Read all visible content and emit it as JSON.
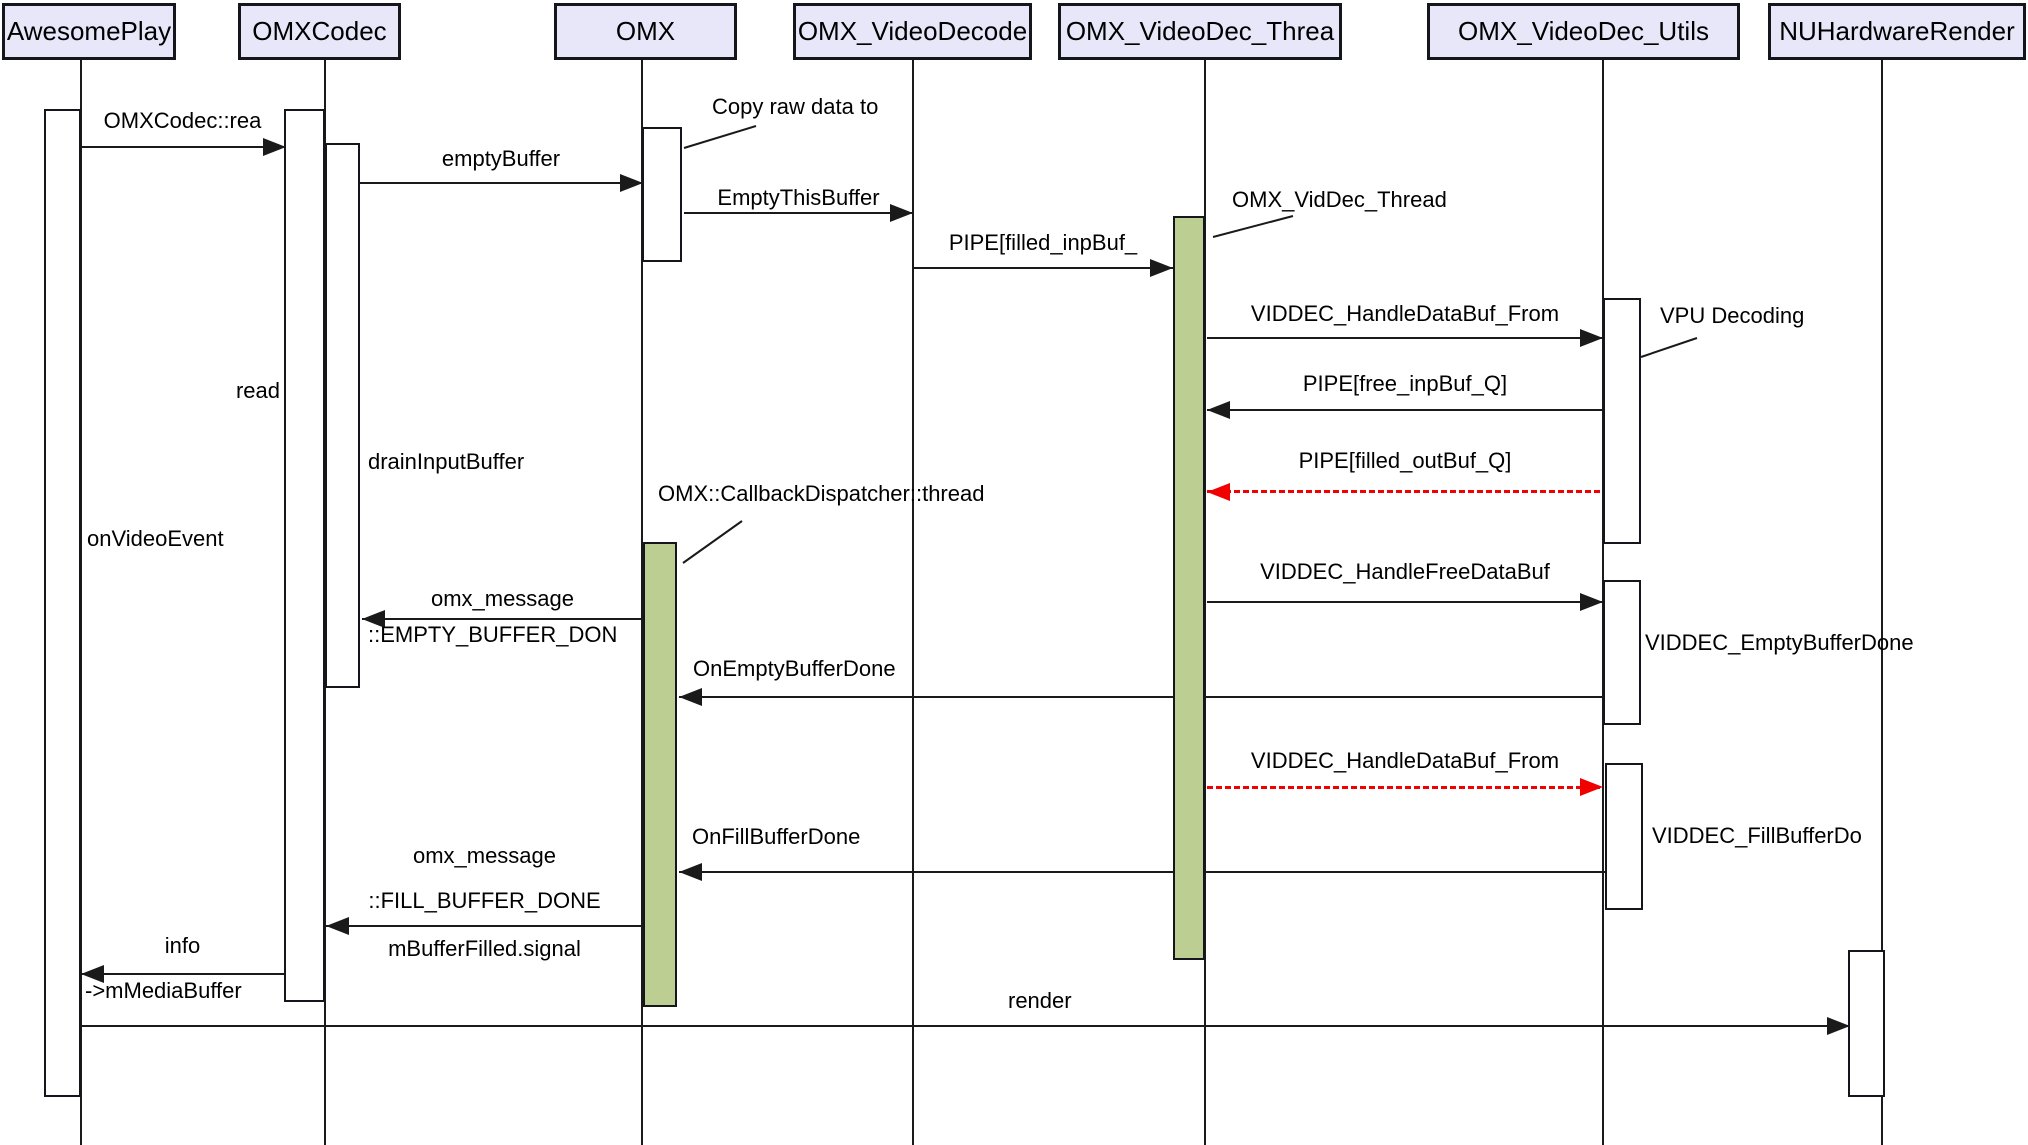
{
  "diagram_type": "uml-sequence-diagram",
  "participants": [
    {
      "label": "AwesomePlay"
    },
    {
      "label": "OMXCodec"
    },
    {
      "label": "OMX"
    },
    {
      "label": "OMX_VideoDecode"
    },
    {
      "label": "OMX_VideoDec_Threa"
    },
    {
      "label": "OMX_VideoDec_Utils"
    },
    {
      "label": "NUHardwareRender"
    }
  ],
  "messages": {
    "omxcodec_read": {
      "label": "OMXCodec::rea",
      "from": "AwesomePlay",
      "to": "OMXCodec",
      "style": "solid-black"
    },
    "empty_buffer": {
      "label": "emptyBuffer",
      "from": "OMXCodec",
      "to": "OMX",
      "style": "solid-black"
    },
    "empty_this_buffer": {
      "label": "EmptyThisBuffer",
      "from": "OMX",
      "to": "OMX_VideoDecode",
      "style": "solid-black"
    },
    "pipe_filled_inpbuf": {
      "label": "PIPE[filled_inpBuf_",
      "from": "OMX_VideoDecode",
      "to": "OMX_VideoDec_Threa",
      "style": "solid-black"
    },
    "viddec_handle_databuf_from_1": {
      "label": "VIDDEC_HandleDataBuf_From",
      "from": "OMX_VideoDec_Threa",
      "to": "OMX_VideoDec_Utils",
      "style": "solid-black"
    },
    "pipe_free_inpbuf": {
      "label": "PIPE[free_inpBuf_Q]",
      "from": "OMX_VideoDec_Utils",
      "to": "OMX_VideoDec_Threa",
      "style": "solid-black"
    },
    "pipe_filled_outbuf": {
      "label": "PIPE[filled_outBuf_Q]",
      "from": "OMX_VideoDec_Utils",
      "to": "OMX_VideoDec_Threa",
      "style": "red-dashed"
    },
    "viddec_handle_freedatabuf": {
      "label": "VIDDEC_HandleFreeDataBuf",
      "from": "OMX_VideoDec_Threa",
      "to": "OMX_VideoDec_Utils",
      "style": "solid-black"
    },
    "on_empty_buffer_done": {
      "label": "OnEmptyBufferDone",
      "from": "OMX_VideoDec_Utils",
      "to": "OMX",
      "style": "solid-black"
    },
    "omx_message_empty": {
      "label": "omx_message",
      "from": "OMX",
      "to": "OMXCodec",
      "style": "solid-black"
    },
    "empty_buffer_done": {
      "label": "::EMPTY_BUFFER_DON",
      "from": "OMX",
      "to": "OMXCodec",
      "style": "solid-black"
    },
    "viddec_handle_databuf_from_2": {
      "label": "VIDDEC_HandleDataBuf_From",
      "from": "OMX_VideoDec_Threa",
      "to": "OMX_VideoDec_Utils",
      "style": "red-dashed"
    },
    "on_fill_buffer_done": {
      "label": "OnFillBufferDone",
      "from": "OMX_VideoDec_Utils",
      "to": "OMX",
      "style": "solid-black"
    },
    "omx_message_fill": {
      "label": "omx_message",
      "from": "OMX",
      "to": "OMXCodec",
      "style": "solid-black"
    },
    "fill_buffer_done": {
      "label": "::FILL_BUFFER_DONE",
      "from": "OMX",
      "to": "OMXCodec",
      "style": "solid-black"
    },
    "mbufferfilled_signal": {
      "label": "mBufferFilled.signal",
      "from": "OMX",
      "to": "OMXCodec",
      "style": "text-only"
    },
    "info": {
      "label": "info",
      "from": "OMXCodec",
      "to": "AwesomePlay",
      "style": "solid-black"
    },
    "mmediabuffer": {
      "label": "->mMediaBuffer",
      "from": "OMXCodec",
      "to": "AwesomePlay",
      "style": "text-only"
    },
    "render": {
      "label": "render",
      "from": "AwesomePlay",
      "to": "NUHardwareRender",
      "style": "solid-black"
    },
    "read": {
      "label": "read",
      "from": "OMXCodec",
      "to": "",
      "style": "text-only"
    },
    "drain_input_buffer": {
      "label": "drainInputBuffer",
      "from": "OMXCodec",
      "to": "",
      "style": "text-only"
    },
    "on_video_event": {
      "label": "onVideoEvent",
      "from": "AwesomePlay",
      "to": "",
      "style": "text-only"
    }
  },
  "annotations": {
    "copy_raw_data": {
      "text": "Copy raw data to"
    },
    "omx_viddec_thread": {
      "text": "OMX_VidDec_Thread"
    },
    "vpu_decoding": {
      "text": "VPU Decoding"
    },
    "callback_dispatcher": {
      "text": "OMX::CallbackDispatcher::thread"
    },
    "viddec_empty_buffer_done": {
      "text": "VIDDEC_EmptyBufferDone"
    },
    "viddec_fill_buffer_do": {
      "text": "VIDDEC_FillBufferDo"
    }
  },
  "colors": {
    "participant_fill": "#e7e7f9",
    "participant_border": "#15151c",
    "activation_green": "#bcce92",
    "activation_white": "#ffffff",
    "line_black": "#1a1a1a",
    "arrow_red": "#f10000",
    "background": "#ffffff"
  }
}
